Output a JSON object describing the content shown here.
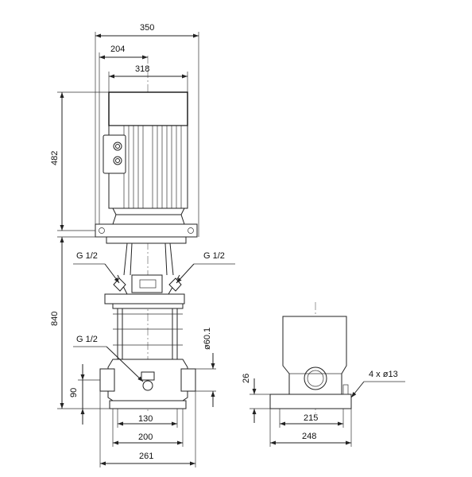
{
  "dimensions": {
    "overall_width": "350",
    "motor_offset": "204",
    "motor_width": "318",
    "motor_height": "482",
    "pump_height": "840",
    "base_height": "90",
    "pipe_diameter": "ø60.1",
    "port_spacing": "130",
    "foot_spacing": "200",
    "base_width": "261",
    "side_flange_height": "26",
    "side_foot_spacing": "215",
    "side_base_width": "248"
  },
  "labels": {
    "port_left_top": "G 1/2",
    "port_right_top": "G 1/2",
    "port_drain": "G 1/2",
    "mounting_holes": "4 x ø13"
  }
}
